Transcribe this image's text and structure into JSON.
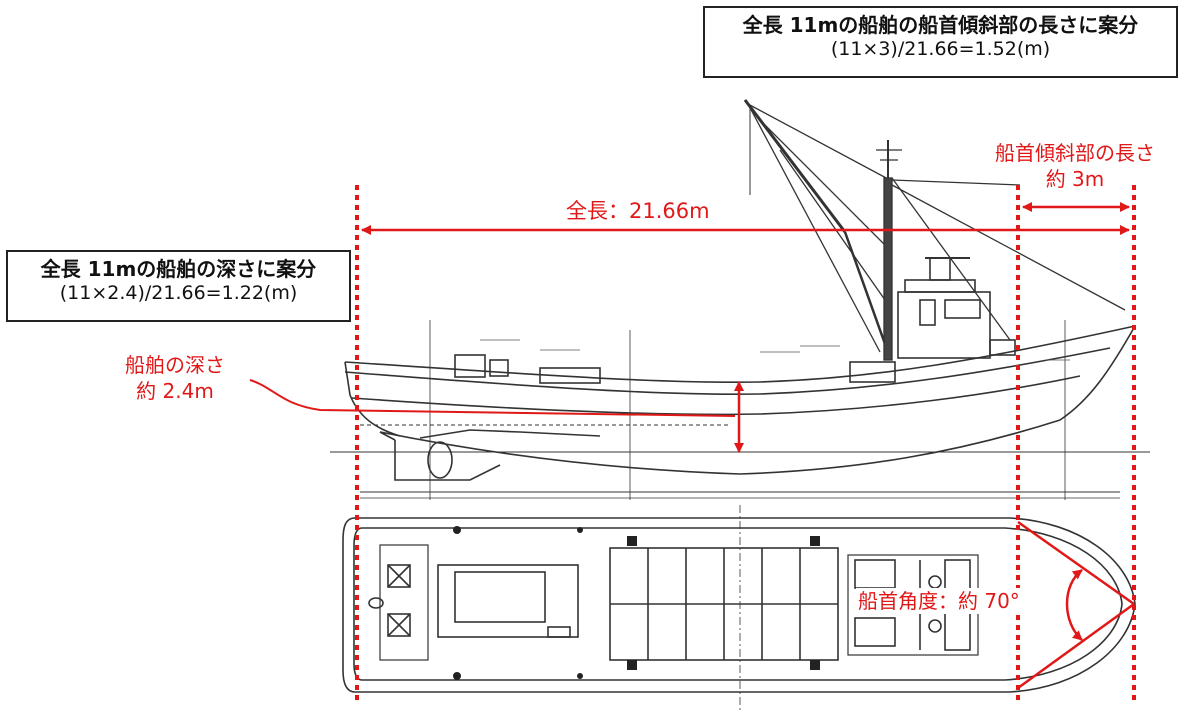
{
  "annotations": {
    "bow_box": {
      "line1": "全長 11mの船舶の船首傾斜部の長さに案分",
      "line2": "(11×3)/21.66=1.52(m)"
    },
    "depth_box": {
      "line1": "全長 11mの船舶の深さに案分",
      "line2": "(11×2.4)/21.66=1.22(m)"
    },
    "overall_length": "全長：21.66m",
    "bow_slope_length": {
      "line1": "船首傾斜部の長さ",
      "line2": "約 3m"
    },
    "depth": {
      "line1": "船舶の深さ",
      "line2": "約 2.4m"
    },
    "bow_angle": "船首角度：約 70°"
  },
  "colors": {
    "annotation_red": "#e01818",
    "drawing_line": "#333333"
  },
  "icons": {
    "dimension_arrow": "double-headed-arrow",
    "angle_arc": "curved-double-arrow"
  }
}
